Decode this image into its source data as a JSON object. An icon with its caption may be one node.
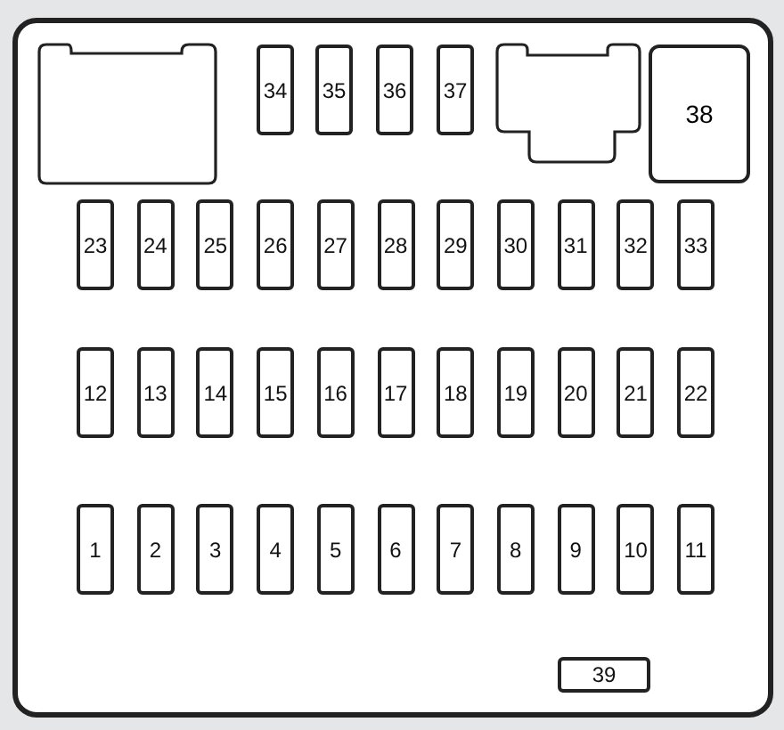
{
  "diagram": {
    "nodes": [
      {
        "text": [],
        "shape": "box"
      },
      {
        "text": [],
        "shape": "box",
        "in": 0
      },
      {
        "text": [
          "34"
        ],
        "in": 0
      },
      {
        "text": [
          "35"
        ],
        "in": 0
      },
      {
        "text": [
          "36"
        ],
        "in": 0
      },
      {
        "text": [
          "37"
        ],
        "in": 0
      },
      {
        "text": [],
        "shape": "box",
        "in": 0
      },
      {
        "text": [
          "38"
        ],
        "in": 0
      },
      {
        "text": [
          "23"
        ],
        "in": 0
      },
      {
        "text": [
          "24"
        ],
        "in": 0
      },
      {
        "text": [
          "25"
        ],
        "in": 0
      },
      {
        "text": [
          "26"
        ],
        "in": 0
      },
      {
        "text": [
          "27"
        ],
        "in": 0
      },
      {
        "text": [
          "28"
        ],
        "in": 0
      },
      {
        "text": [
          "29"
        ],
        "in": 0
      },
      {
        "text": [
          "30"
        ],
        "in": 0
      },
      {
        "text": [
          "31"
        ],
        "in": 0
      },
      {
        "text": [
          "32"
        ],
        "in": 0
      },
      {
        "text": [
          "33"
        ],
        "in": 0
      },
      {
        "text": [
          "12"
        ],
        "in": 0
      },
      {
        "text": [
          "13"
        ],
        "in": 0
      },
      {
        "text": [
          "14"
        ],
        "in": 0
      },
      {
        "text": [
          "15"
        ],
        "in": 0
      },
      {
        "text": [
          "16"
        ],
        "in": 0
      },
      {
        "text": [
          "17"
        ],
        "in": 0
      },
      {
        "text": [
          "18"
        ],
        "in": 0
      },
      {
        "text": [
          "19"
        ],
        "in": 0
      },
      {
        "text": [
          "20"
        ],
        "in": 0
      },
      {
        "text": [
          "21"
        ],
        "in": 0
      },
      {
        "text": [
          "22"
        ],
        "in": 0
      },
      {
        "text": [
          "1"
        ],
        "in": 0
      },
      {
        "text": [
          "2"
        ],
        "in": 0
      },
      {
        "text": [
          "3"
        ],
        "in": 0
      },
      {
        "text": [
          "4"
        ],
        "in": 0
      },
      {
        "text": [
          "5"
        ],
        "in": 0
      },
      {
        "text": [
          "6"
        ],
        "in": 0
      },
      {
        "text": [
          "7"
        ],
        "in": 0
      },
      {
        "text": [
          "8"
        ],
        "in": 0
      },
      {
        "text": [
          "9"
        ],
        "in": 0
      },
      {
        "text": [
          "10"
        ],
        "in": 0
      },
      {
        "text": [
          "11"
        ],
        "in": 0
      },
      {
        "text": [
          "39"
        ],
        "in": 0
      }
    ],
    "edges": []
  }
}
